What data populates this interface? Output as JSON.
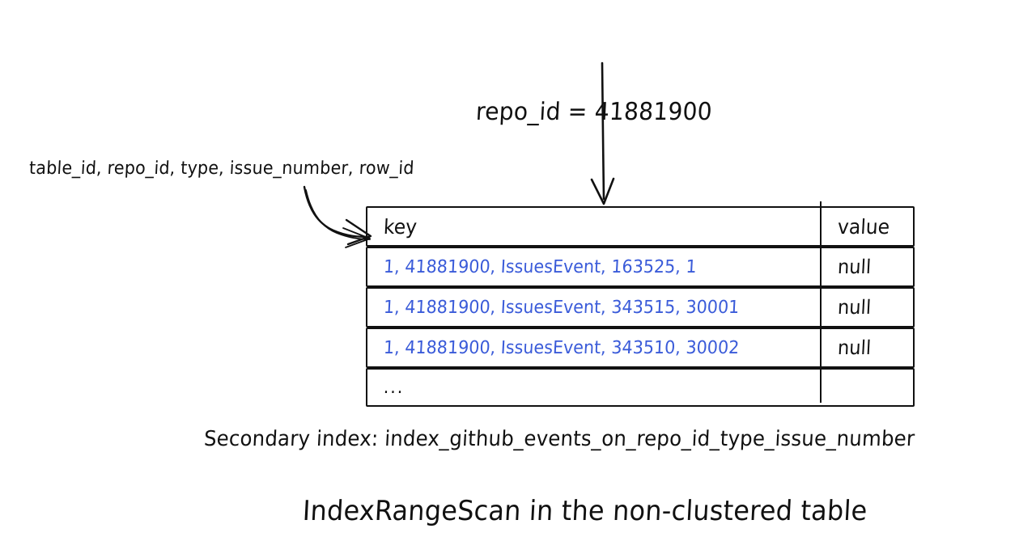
{
  "diagram": {
    "condition_label": "repo_id = 41881900",
    "key_columns_label": "table_id, repo_id, type, issue_number, row_id",
    "caption_index": "Secondary index: index_github_events_on_repo_id_type_issue_number",
    "caption_main": "IndexRangeScan in the non-clustered table",
    "accent_blue": "#3a5bd9",
    "ink_black": "#111111"
  },
  "table": {
    "headers": {
      "key": "key",
      "value": "value"
    },
    "rows": [
      {
        "key": "1, 41881900, IssuesEvent, 163525, 1",
        "value": "null"
      },
      {
        "key": "1, 41881900, IssuesEvent, 343515, 30001",
        "value": "null"
      },
      {
        "key": "1, 41881900, IssuesEvent, 343510, 30002",
        "value": "null"
      },
      {
        "key": "...",
        "value": ""
      }
    ]
  },
  "annotations": {
    "down_arrow": "down-arrow-to-table",
    "curved_arrow": "curved-arrow-to-key-column"
  }
}
